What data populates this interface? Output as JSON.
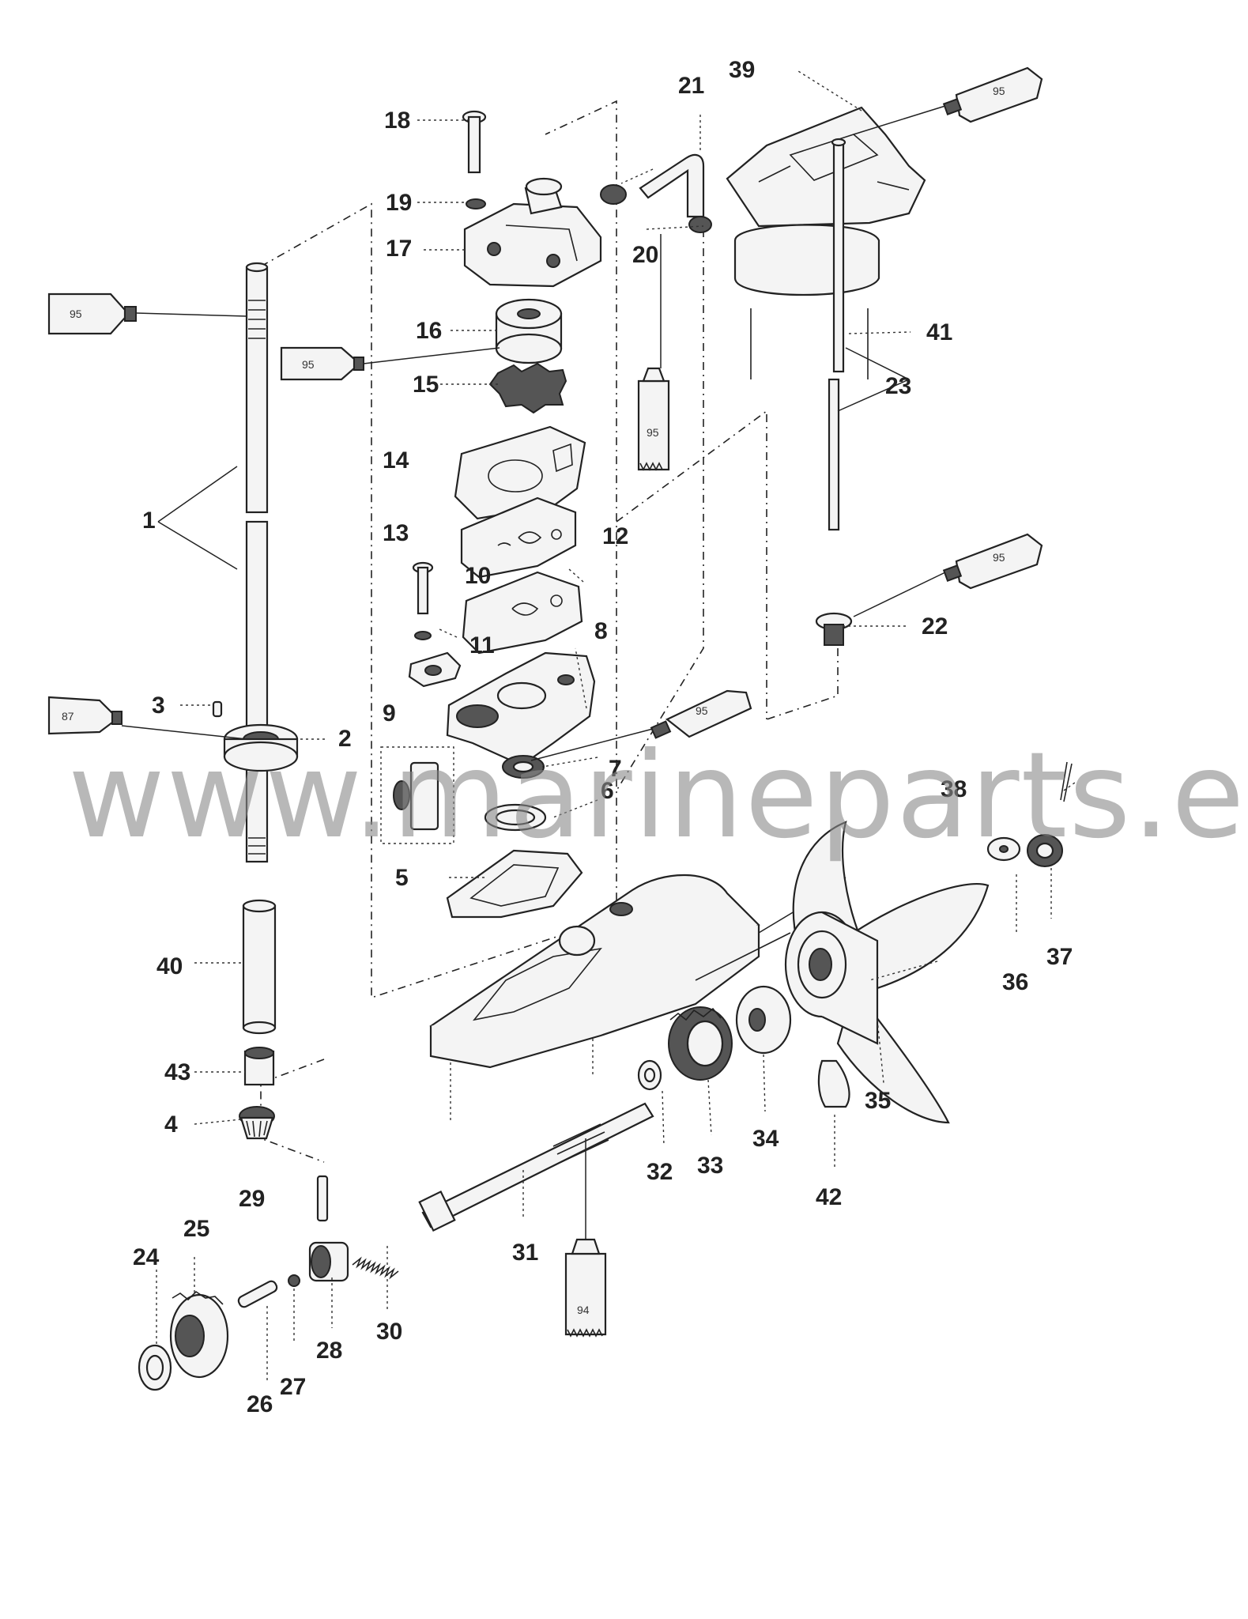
{
  "watermark": "www.marineparts.eu",
  "callouts": {
    "c1": "1",
    "c2": "2",
    "c3": "3",
    "c4": "4",
    "c5": "5",
    "c6": "6",
    "c7": "7",
    "c8": "8",
    "c9": "9",
    "c10": "10",
    "c11": "11",
    "c12": "12",
    "c13": "13",
    "c14": "14",
    "c15": "15",
    "c16": "16",
    "c17": "17",
    "c18": "18",
    "c19": "19",
    "c20": "20",
    "c21": "21",
    "c22": "22",
    "c23": "23",
    "c24": "24",
    "c25": "25",
    "c26": "26",
    "c27": "27",
    "c28": "28",
    "c29": "29",
    "c30": "30",
    "c31": "31",
    "c32": "32",
    "c33": "33",
    "c34": "34",
    "c35": "35",
    "c36": "36",
    "c37": "37",
    "c38": "38",
    "c39": "39",
    "c40": "40",
    "c41": "41",
    "c42": "42",
    "c43": "43"
  },
  "lubricant_tubes": {
    "t_top_left": "95",
    "t_mid_left": "95",
    "t_lower_left": "87",
    "t_center": "95",
    "t_housing": "95",
    "t_right_upper": "95",
    "t_right_mid": "95",
    "t_bottom": "94"
  }
}
